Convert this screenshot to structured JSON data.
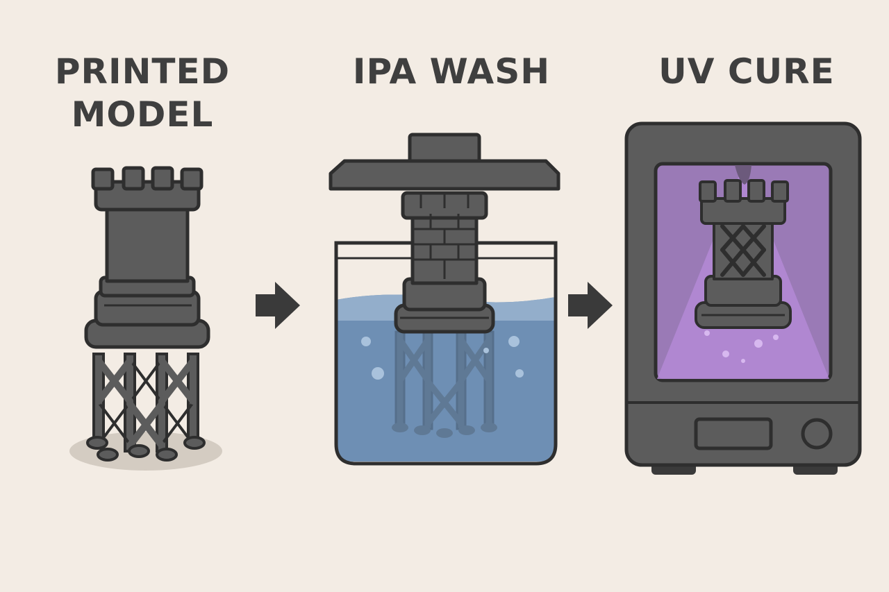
{
  "steps": [
    {
      "title_line1": "PRINTED",
      "title_line2": "MODEL",
      "icon": "tower-on-supports"
    },
    {
      "title_line1": "IPA WASH",
      "title_line2": "",
      "icon": "wash-tank"
    },
    {
      "title_line1": "UV CURE",
      "title_line2": "",
      "icon": "uv-curing-chamber"
    }
  ],
  "arrows": [
    "arrow-right-icon",
    "arrow-right-icon"
  ],
  "colors": {
    "background": "#f3ece4",
    "ink": "#3f3f3f",
    "model": "#5c5c5c",
    "outline": "#2e2e2e",
    "liquid": "#6e8fb4",
    "uv_purple": "#b48ad6"
  }
}
